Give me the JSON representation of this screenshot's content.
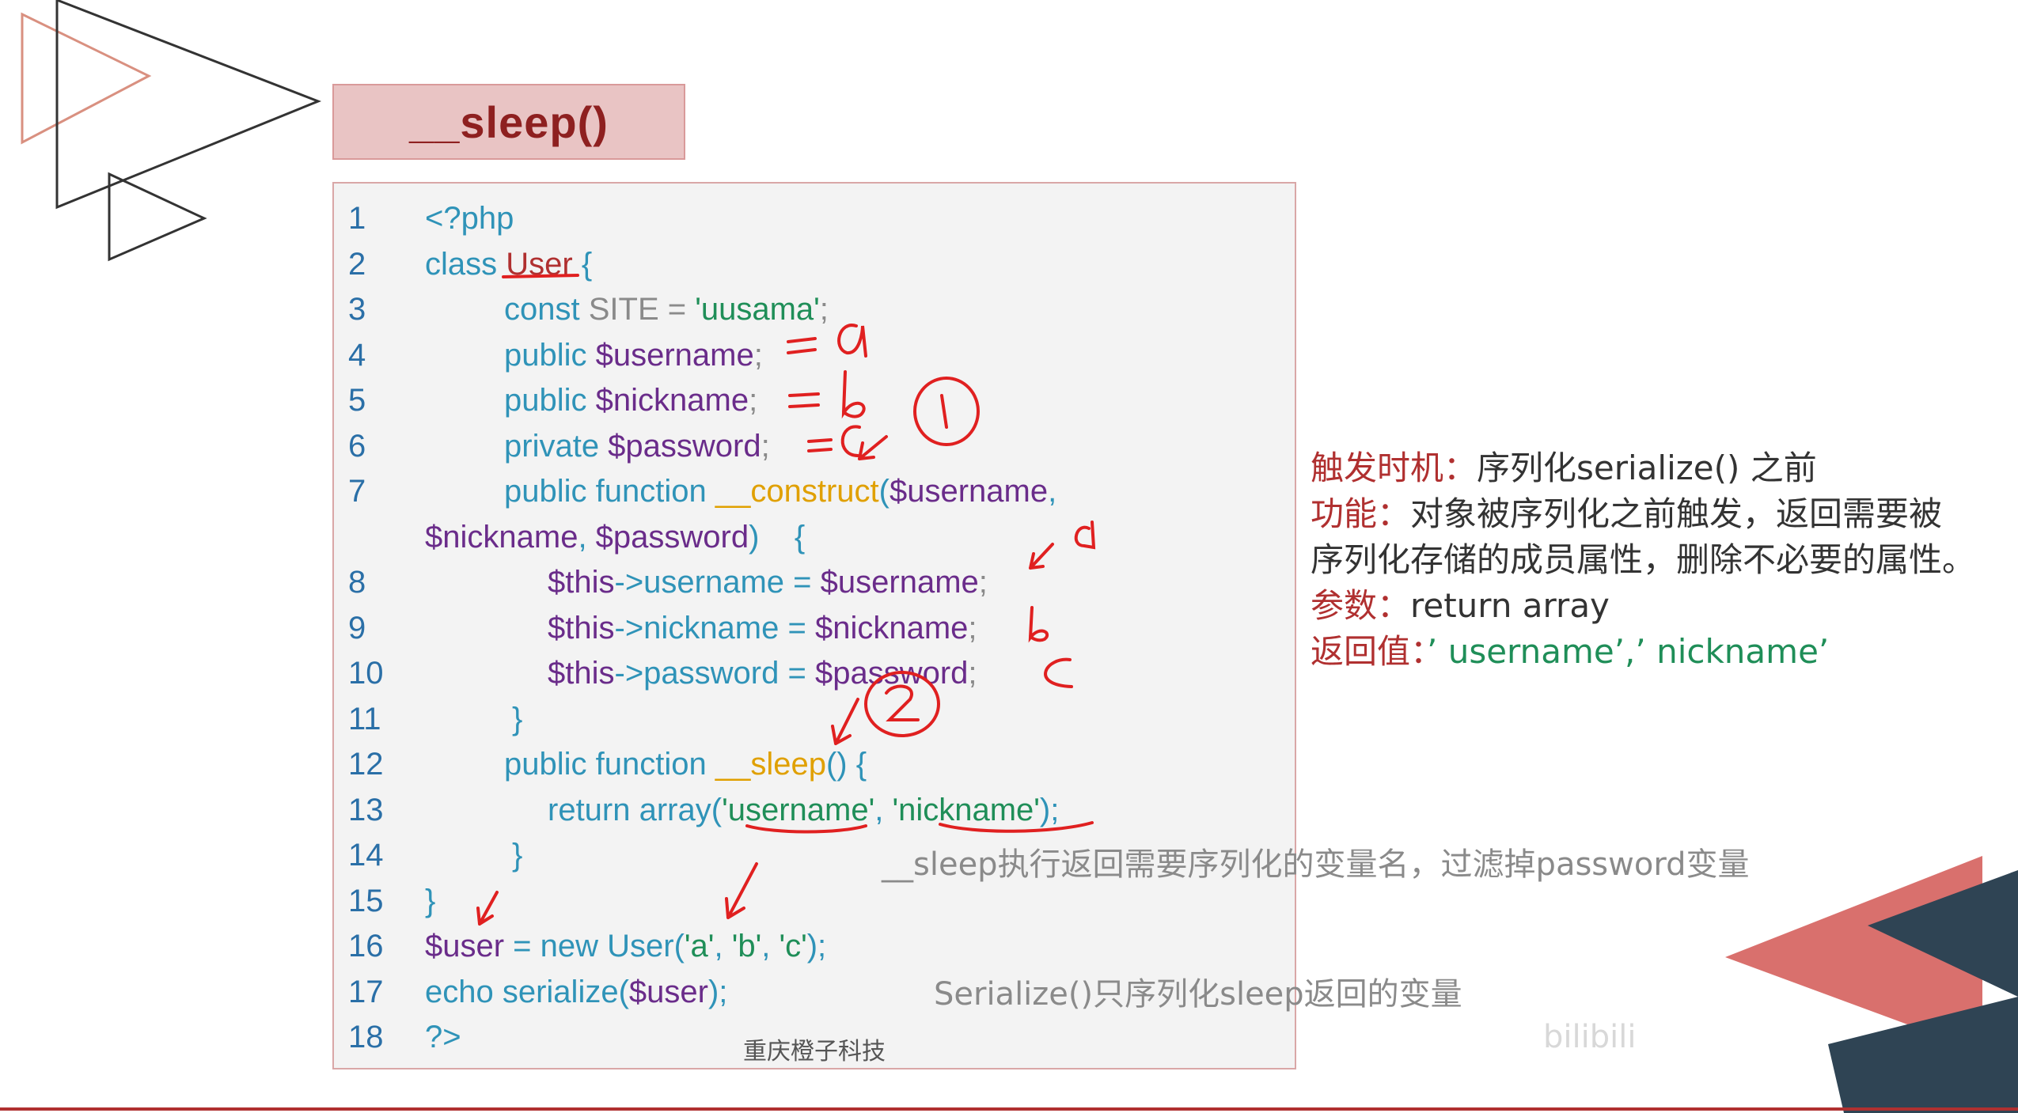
{
  "slide": {
    "title": "__sleep()",
    "footer": "重庆橙子科技",
    "watermark": "bilibili"
  },
  "code_lines": [
    {
      "n": "1",
      "parts": [
        [
          "kw",
          "<?php"
        ]
      ]
    },
    {
      "n": "2",
      "parts": [
        [
          "kw",
          "class "
        ],
        [
          "rd",
          "User"
        ],
        [
          "kw",
          " {"
        ]
      ]
    },
    {
      "n": "3",
      "parts": [
        [
          "kw",
          "const "
        ],
        [
          "gy",
          "SITE = "
        ],
        [
          "gr",
          "'uusama'"
        ],
        [
          "gy",
          ";"
        ]
      ]
    },
    {
      "n": "4",
      "parts": [
        [
          "kw",
          "public "
        ],
        [
          "pu",
          "$username"
        ],
        [
          "gy",
          ";"
        ]
      ]
    },
    {
      "n": "5",
      "parts": [
        [
          "kw",
          "public "
        ],
        [
          "pu",
          "$nickname"
        ],
        [
          "gy",
          ";"
        ]
      ]
    },
    {
      "n": "6",
      "parts": [
        [
          "kw",
          "private "
        ],
        [
          "pu",
          "$password"
        ],
        [
          "gy",
          ";"
        ]
      ]
    },
    {
      "n": "7",
      "parts": [
        [
          "kw",
          "public function "
        ],
        [
          "or",
          "__construct"
        ],
        [
          "kw",
          "("
        ],
        [
          "pu",
          "$username"
        ],
        [
          "kw",
          ","
        ]
      ]
    },
    {
      "n": "",
      "parts": [
        [
          "pu",
          "$nickname"
        ],
        [
          "kw",
          ", "
        ],
        [
          "pu",
          "$password"
        ],
        [
          "kw",
          ")    {"
        ]
      ]
    },
    {
      "n": "8",
      "parts": [
        [
          "pu",
          "$this"
        ],
        [
          "kw",
          "->username = "
        ],
        [
          "pu",
          "$username"
        ],
        [
          "gy",
          ";"
        ]
      ]
    },
    {
      "n": "9",
      "parts": [
        [
          "pu",
          "$this"
        ],
        [
          "kw",
          "->nickname = "
        ],
        [
          "pu",
          "$nickname"
        ],
        [
          "gy",
          ";"
        ]
      ]
    },
    {
      "n": "10",
      "parts": [
        [
          "pu",
          "$this"
        ],
        [
          "kw",
          "->password = "
        ],
        [
          "pu",
          "$password"
        ],
        [
          "gy",
          ";"
        ]
      ]
    },
    {
      "n": "11",
      "parts": [
        [
          "kw",
          "}"
        ]
      ]
    },
    {
      "n": "12",
      "parts": [
        [
          "kw",
          "public function "
        ],
        [
          "or",
          "__sleep"
        ],
        [
          "kw",
          "() {"
        ]
      ]
    },
    {
      "n": "13",
      "parts": [
        [
          "kw",
          "return array("
        ],
        [
          "gr",
          "'username'"
        ],
        [
          "kw",
          ", "
        ],
        [
          "gr",
          "'nickname'"
        ],
        [
          "kw",
          ");"
        ]
      ]
    },
    {
      "n": "14",
      "parts": [
        [
          "kw",
          "}"
        ]
      ]
    },
    {
      "n": "15",
      "parts": [
        [
          "kw",
          "}"
        ]
      ]
    },
    {
      "n": "16",
      "parts": [
        [
          "pu",
          "$user"
        ],
        [
          "kw",
          " = new User("
        ],
        [
          "gr",
          "'a'"
        ],
        [
          "kw",
          ", "
        ],
        [
          "gr",
          "'b'"
        ],
        [
          "kw",
          ", "
        ],
        [
          "gr",
          "'c'"
        ],
        [
          "kw",
          ");"
        ]
      ]
    },
    {
      "n": "17",
      "parts": [
        [
          "kw",
          "echo serialize("
        ],
        [
          "pu",
          "$user"
        ],
        [
          "kw",
          ");"
        ]
      ]
    },
    {
      "n": "18",
      "parts": [
        [
          "kw",
          "?>"
        ]
      ]
    }
  ],
  "annotations": {
    "sleep_note": "__sleep执行返回需要序列化的变量名，过滤掉password变量",
    "serialize_note": "Serialize()只序列化sleep返回的变量"
  },
  "sidebar": {
    "trigger_label": "触发时机：",
    "trigger_value": "序列化serialize() 之前",
    "function_label": "功能：",
    "function_value": "对象被序列化之前触发，返回需要被序列化存储的成员属性，删除不必要的属性。",
    "param_label": "参数：",
    "param_value": "return array",
    "return_label": "返回值：",
    "return_value": "’ username’,’ nickname’"
  },
  "colors": {
    "accent_red": "#b03030",
    "keyword_blue": "#2f93b8",
    "string_green": "#1f8e58",
    "variable_purple": "#6a2c8a",
    "method_orange": "#e0a000",
    "title_bg": "#e9c4c4"
  }
}
